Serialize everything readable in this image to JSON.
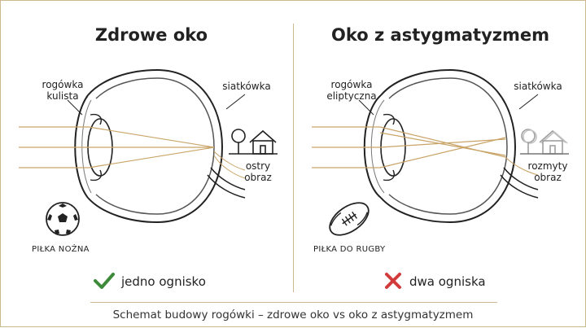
{
  "left": {
    "title": "Zdrowe oko",
    "cornea_label": "rogówka\nkulista",
    "retina_label": "siatkówka",
    "image_label": "ostry\nobraz",
    "ball_label": "PIŁKA NOŻNA",
    "result": "jedno ognisko"
  },
  "right": {
    "title": "Oko z astygmatyzmem",
    "cornea_label": "rogówka\neliptyczna",
    "retina_label": "siatkówka",
    "image_label": "rozmyty\nobraz",
    "ball_label": "PIŁKA DO RUGBY",
    "result": "dwa ogniska"
  },
  "footer": "Schemat budowy rogówki – zdrowe oko vs oko z astygmatyzmem",
  "colors": {
    "ray": "#c9a468",
    "line": "#222222",
    "frame": "#cdb98f",
    "check": "#3d8a3a",
    "cross": "#d23b3b"
  }
}
